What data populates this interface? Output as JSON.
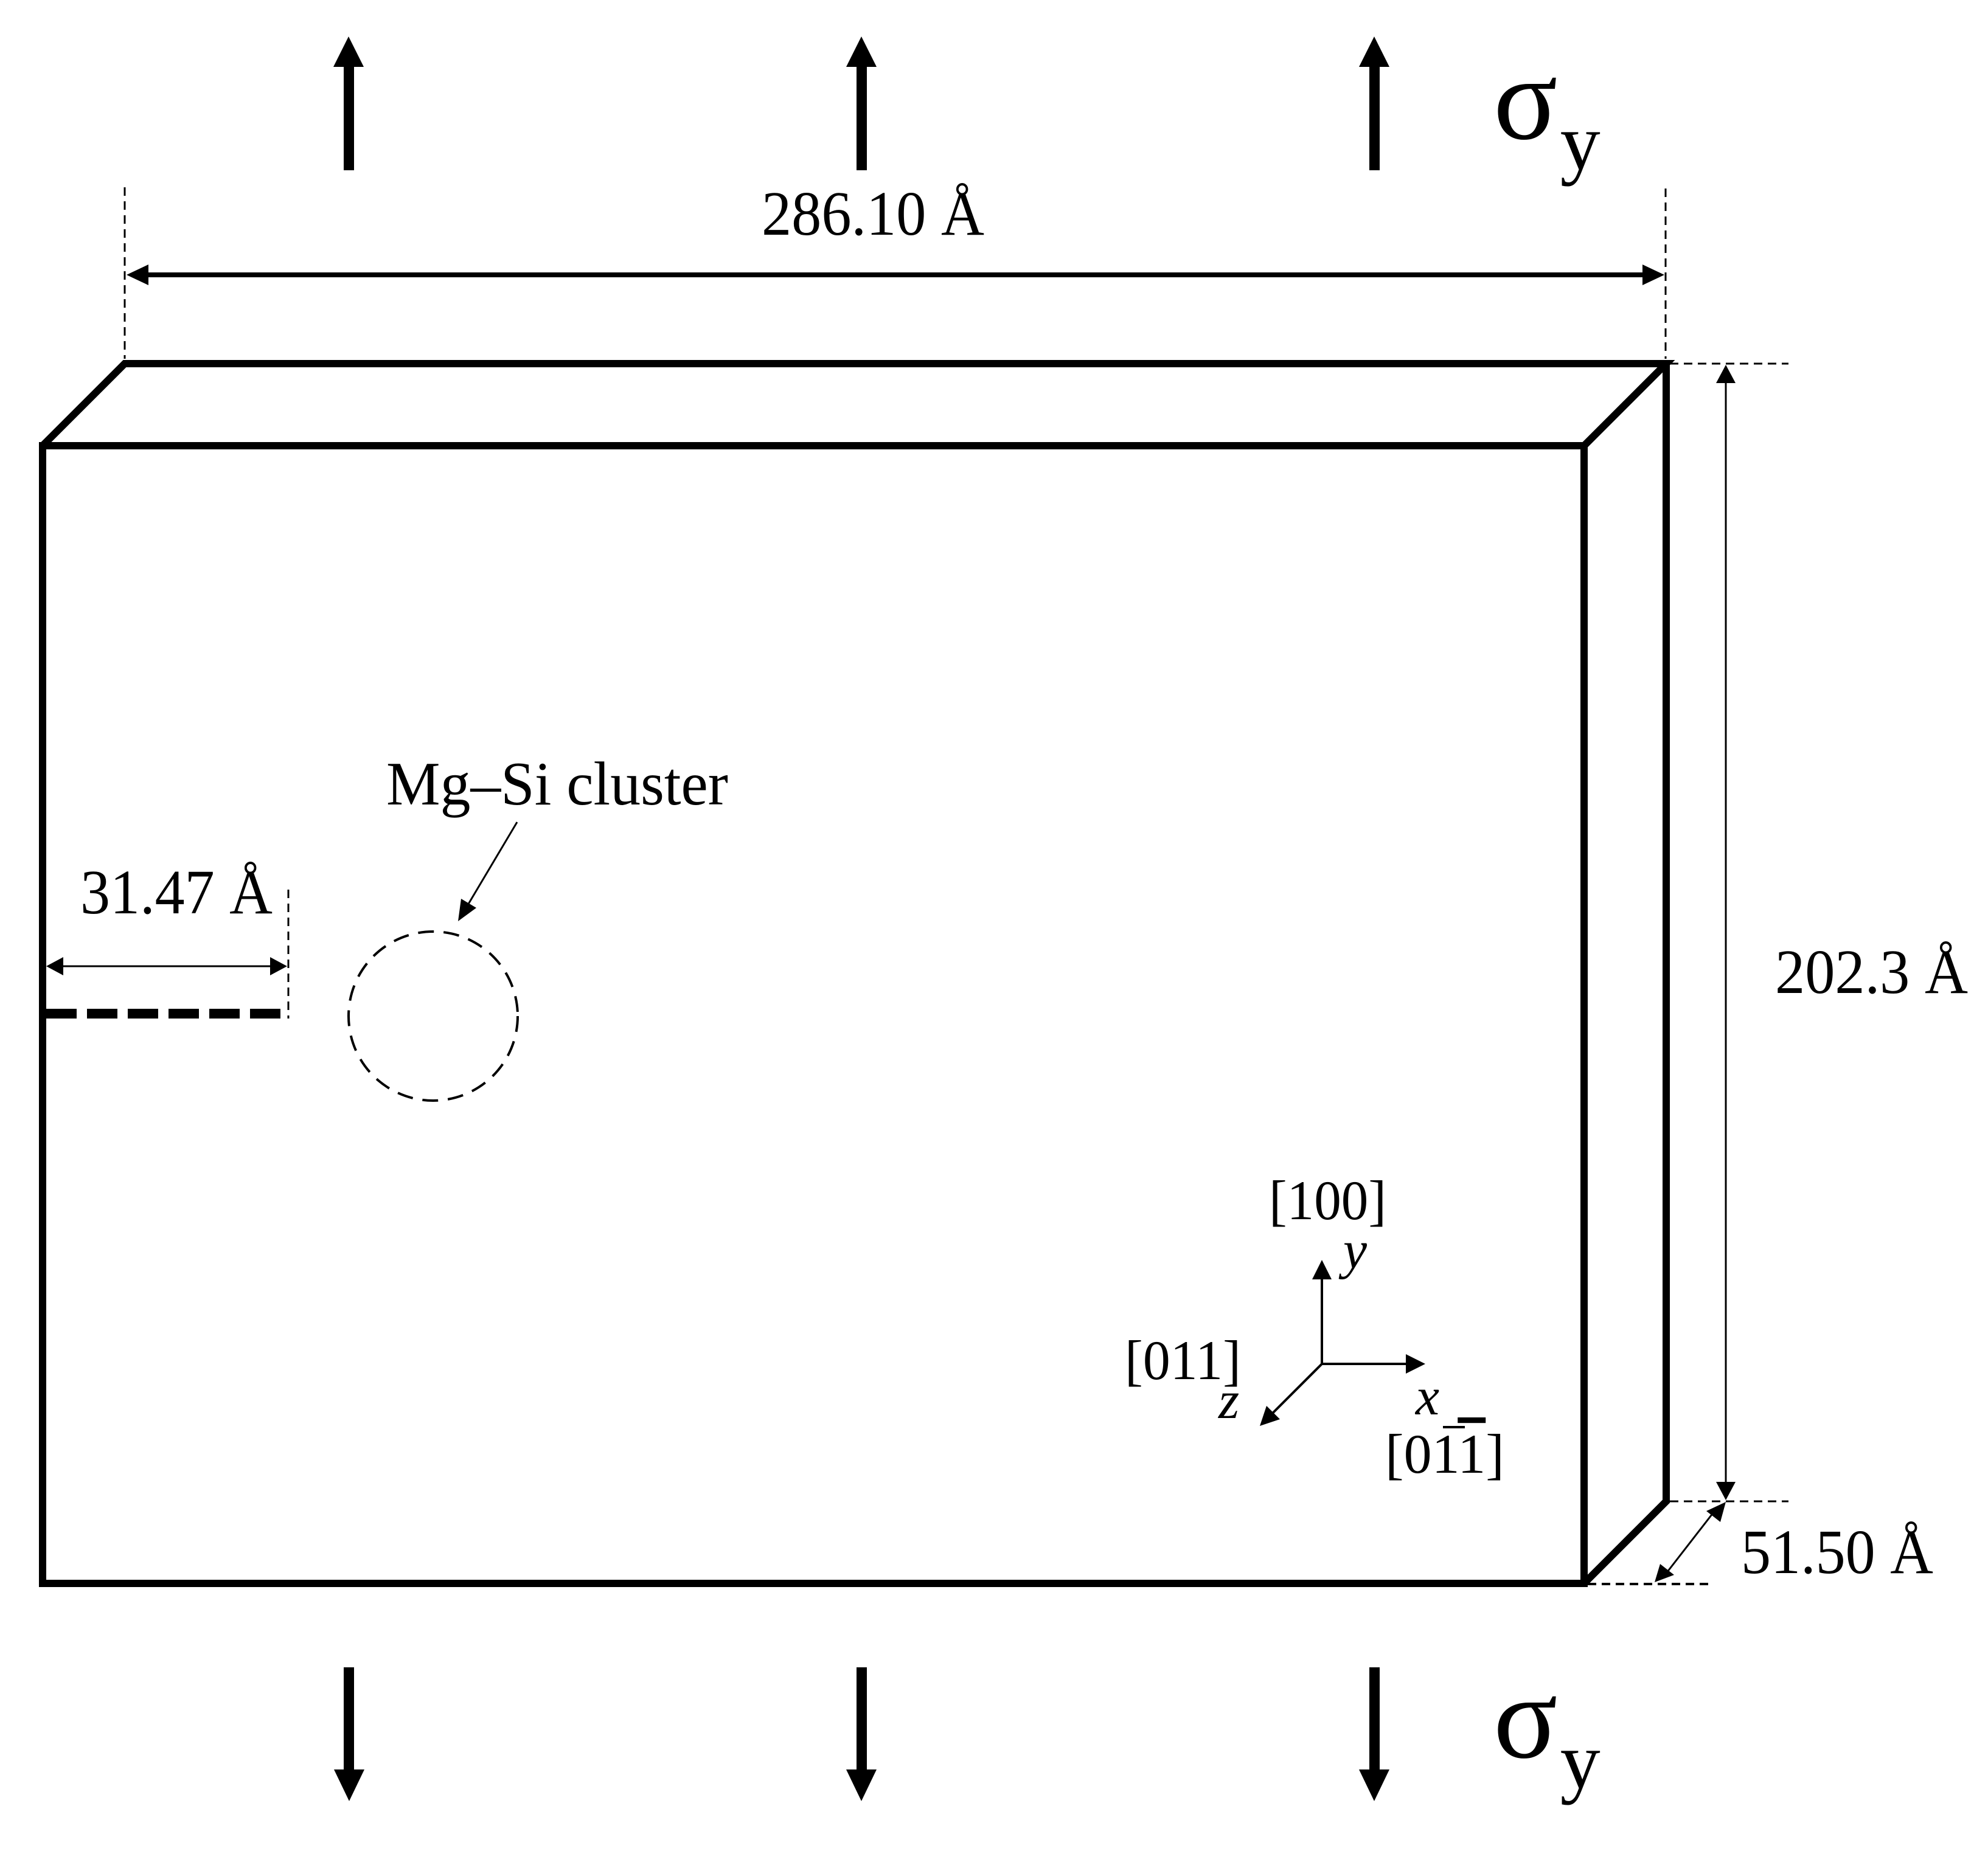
{
  "figure": {
    "type": "schematic",
    "description_labels": {
      "width_dimension": "286.10 Å",
      "height_dimension": "202.3 Å",
      "depth_dimension": "51.50 Å",
      "crack_length": "31.47 Å",
      "cluster_label": "Mg–Si cluster"
    },
    "load": {
      "symbol": "σ",
      "subscript": "y",
      "top_arrows_count": 3,
      "bottom_arrows_count": 3,
      "top_direction": "up",
      "bottom_direction": "down"
    },
    "axes": {
      "y": {
        "letter": "y",
        "miller": "[100]"
      },
      "x": {
        "letter": "x",
        "miller_prefix": "[01",
        "miller_bar_digit": "1",
        "miller_suffix": "]"
      },
      "z": {
        "letter": "z",
        "miller": "[011]"
      }
    },
    "colors": {
      "stroke": "#000000",
      "background": "#ffffff"
    }
  }
}
